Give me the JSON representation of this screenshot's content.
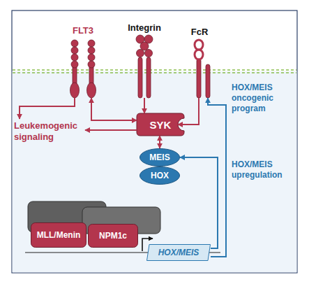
{
  "diagram": {
    "nodes": [
      {
        "text": [
          "FLT3"
        ]
      },
      {
        "text": [
          "Integrin"
        ]
      },
      {
        "text": [
          "FcR"
        ]
      },
      {
        "text": [
          "SYK"
        ]
      },
      {
        "text": [
          "MEIS"
        ]
      },
      {
        "text": [
          "HOX"
        ]
      },
      {
        "text": [
          "MLL/Menin"
        ]
      },
      {
        "text": [
          "NPM1c"
        ]
      },
      {
        "text": [
          "HOX/MEIS"
        ]
      }
    ],
    "edges": [
      {
        "from": 0,
        "to": 3,
        "arrow": "both"
      },
      {
        "from": 1,
        "to": 3,
        "arrow": "to"
      },
      {
        "from": 2,
        "to": 3,
        "arrow": "to"
      },
      {
        "from": 3,
        "to": 4,
        "arrow": "both"
      },
      {
        "from": 8,
        "to": 4,
        "label": "HOX/MEIS upregulation",
        "arrow": "to"
      },
      {
        "from": 8,
        "to": 2,
        "label": "HOX/MEIS oncogenic program",
        "arrow": "to"
      }
    ],
    "labels": [
      "Leukemogenic signaling"
    ]
  }
}
